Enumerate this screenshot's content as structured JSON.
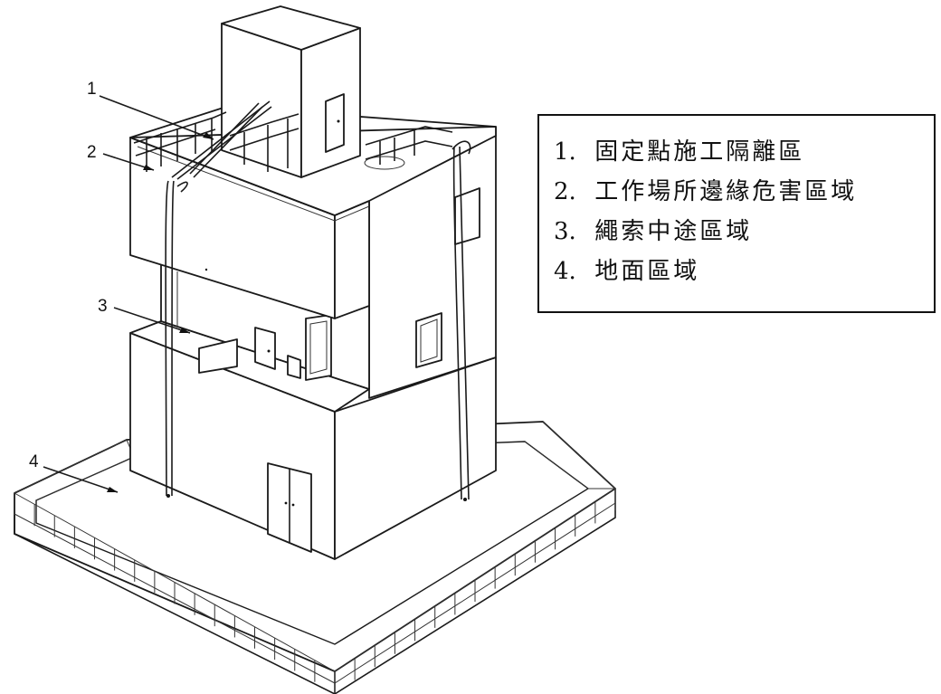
{
  "callouts": {
    "c1": "1",
    "c2": "2",
    "c3": "3",
    "c4": "4"
  },
  "legend": {
    "items": [
      {
        "num": "1.",
        "label": "固定點施工隔離區"
      },
      {
        "num": "2.",
        "label": "工作場所邊緣危害區域"
      },
      {
        "num": "3.",
        "label": "繩索中途區域"
      },
      {
        "num": "4.",
        "label": "地面區域"
      }
    ]
  }
}
